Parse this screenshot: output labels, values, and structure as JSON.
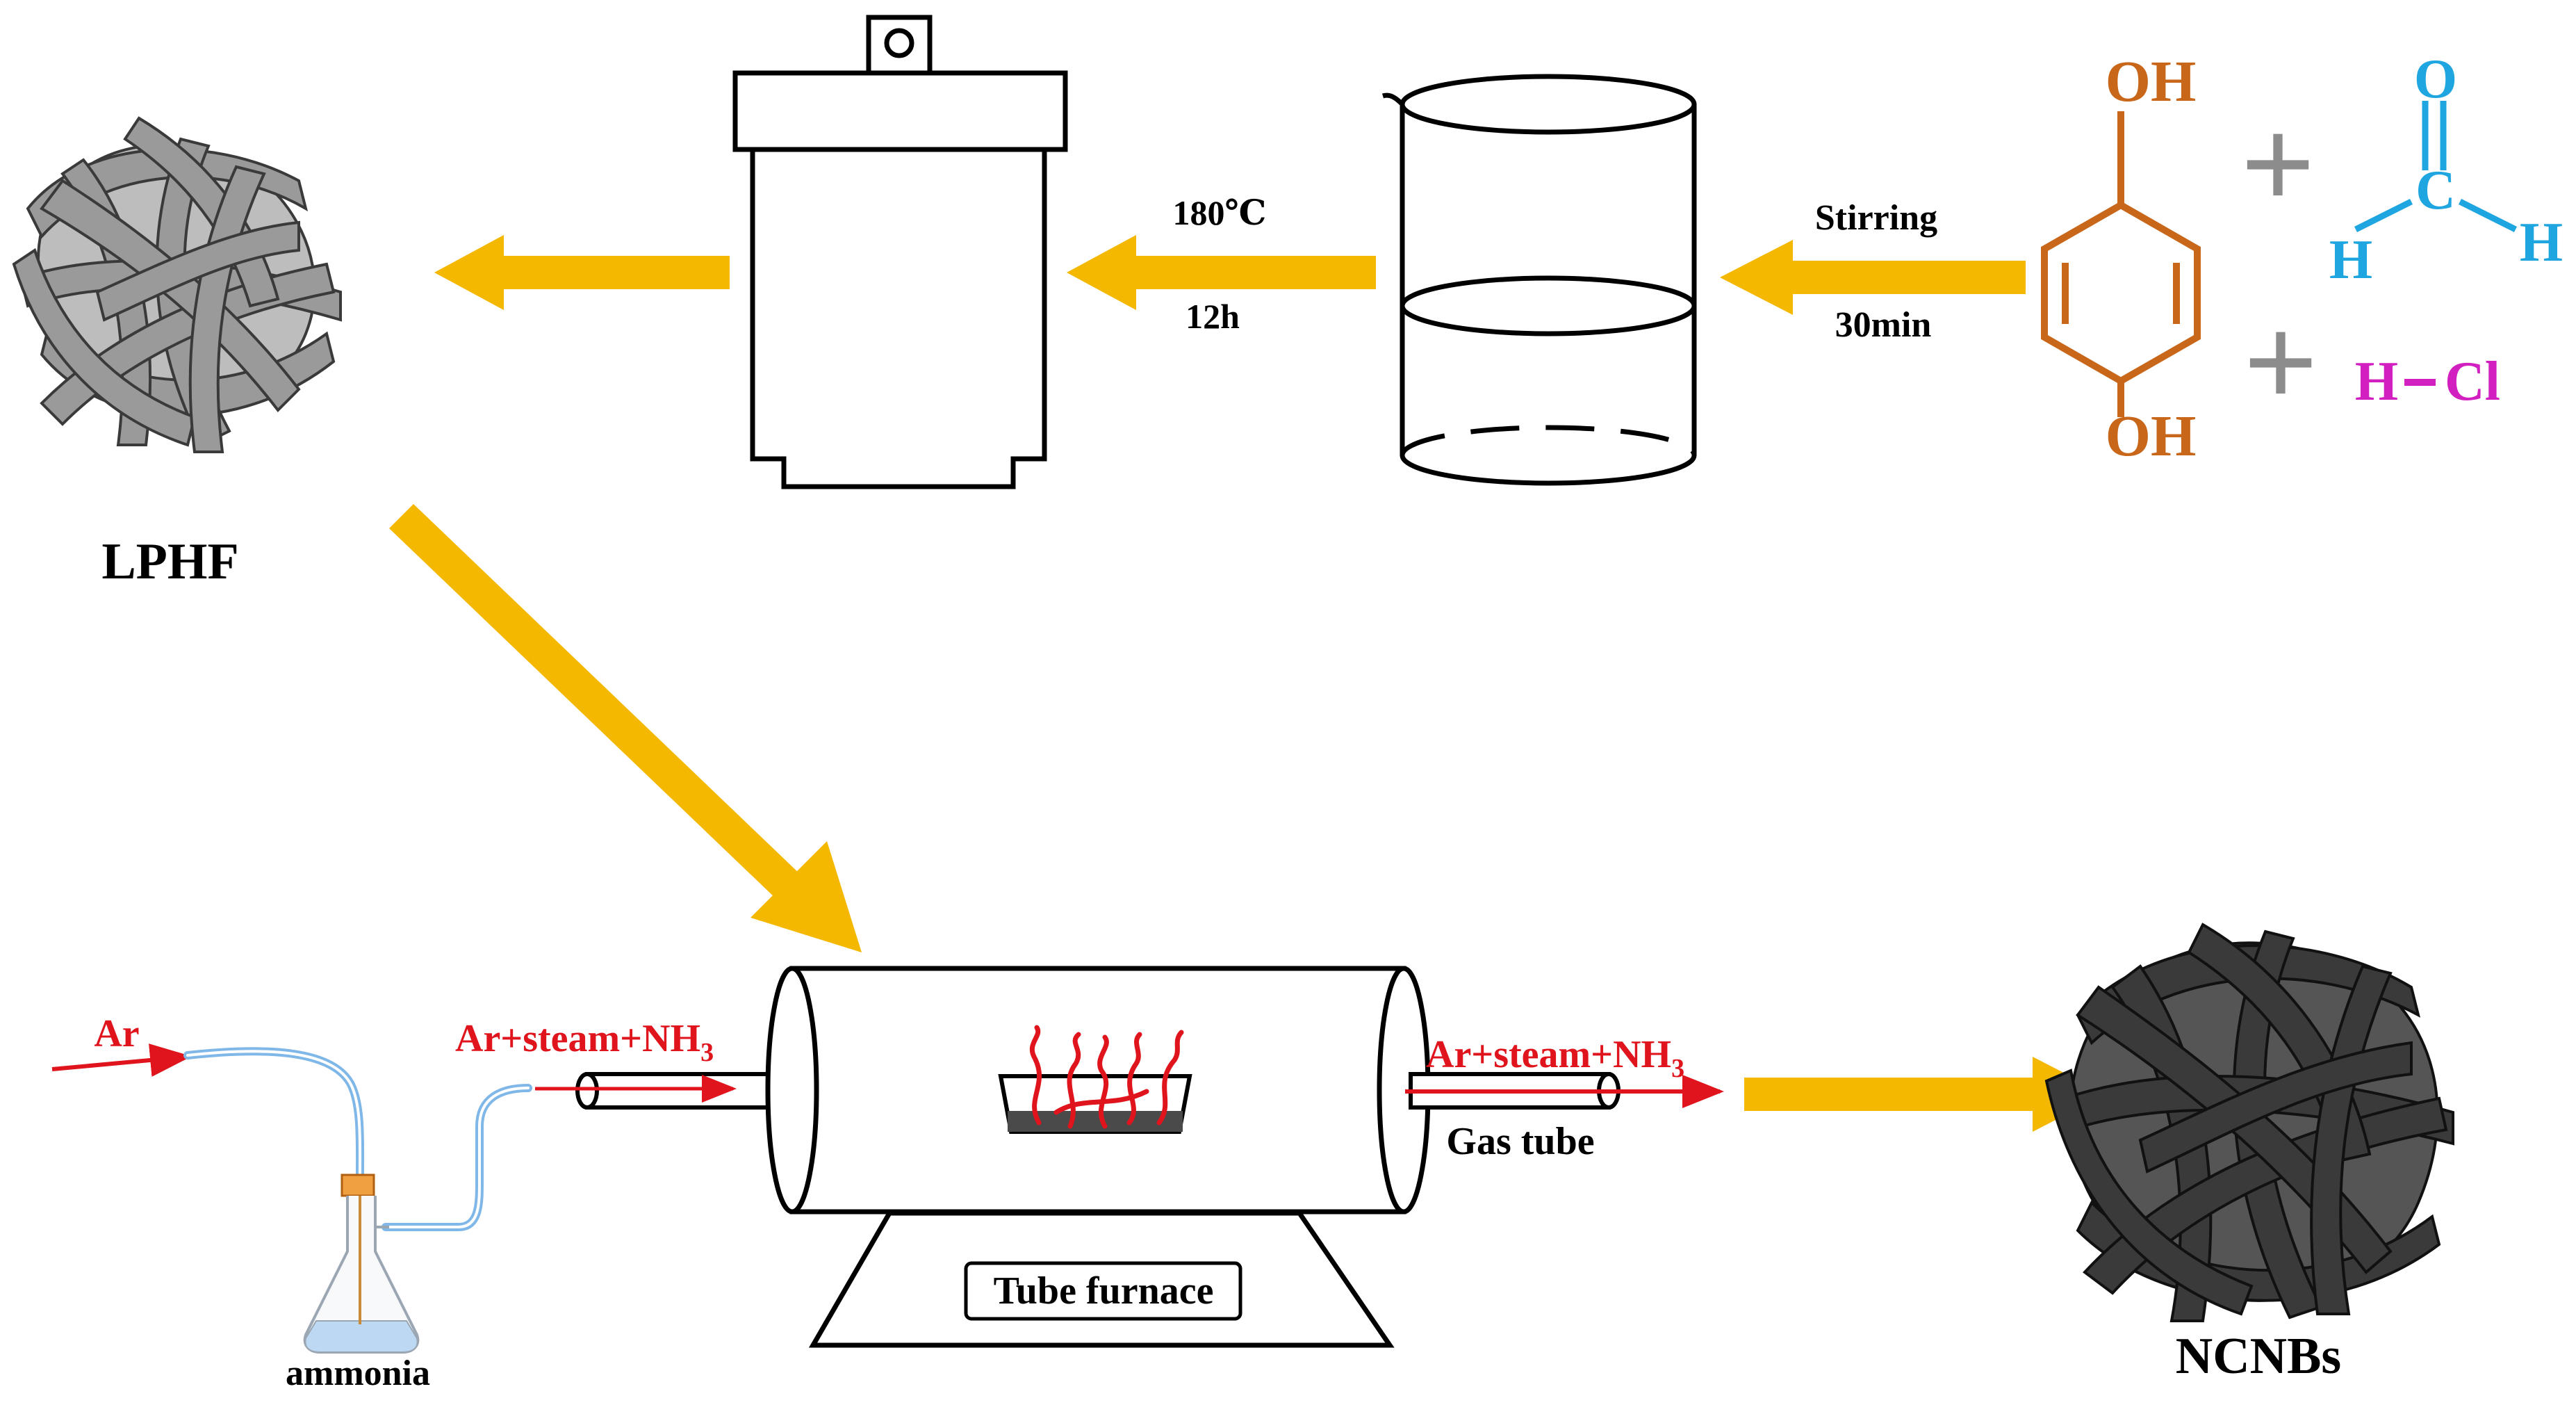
{
  "colors": {
    "arrow": "#f5b800",
    "hydroquinone": "#c8661a",
    "formaldehyde": "#1fa6e0",
    "hcl": "#d21fc0",
    "gas_red": "#e0141c",
    "plus": "#8c8c8c",
    "line": "#000000",
    "tubing": "#7fb8e8",
    "lphf_ribbons": "#8a8a8a",
    "ncnb_ribbons": "#2e2e2e"
  },
  "labels": {
    "lphf": "LPHF",
    "ncnbs": "NCNBs",
    "temp": "180℃",
    "time": "12h",
    "stirring": "Stirring",
    "stir_time": "30min",
    "ar": "Ar",
    "gas_in_prefix": "Ar+steam+NH",
    "gas_in_sub": "3",
    "gas_out_prefix": "Ar+steam+NH",
    "gas_out_sub": "3",
    "gas_tube": "Gas tube",
    "ammonia": "ammonia",
    "tube_furnace": "Tube furnace"
  },
  "chemistry": {
    "oh_top": "OH",
    "oh_bottom": "OH",
    "formaldehyde_o": "O",
    "formaldehyde_c": "C",
    "formaldehyde_h_left": "H",
    "formaldehyde_h_right": "H",
    "plus_1": "+",
    "plus_2": "+",
    "hcl_h": "H",
    "hcl_cl": "Cl"
  },
  "icons": [
    "autoclave-icon",
    "beaker-icon",
    "erlenmeyer-flask-icon",
    "tube-furnace-icon",
    "combustion-boat-icon",
    "ribbon-ball-icon"
  ]
}
